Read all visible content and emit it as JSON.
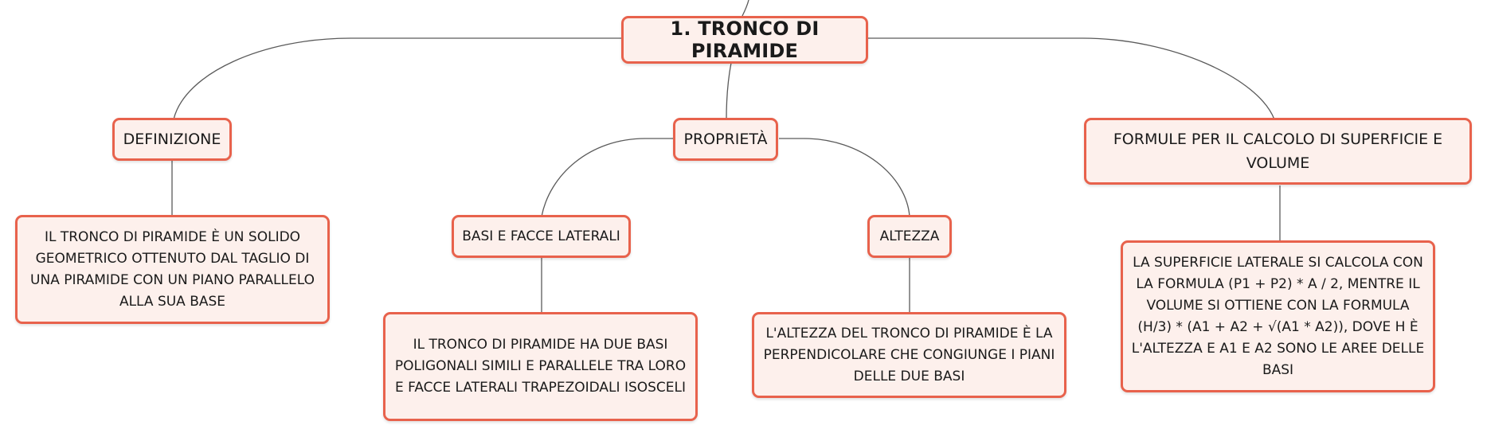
{
  "colors": {
    "node_border": "#e8624c",
    "node_fill": "#fdf0ec",
    "connector": "#5a5a5a",
    "text": "#1a1a1a"
  },
  "root": {
    "label": "1. TRONCO DI PIRAMIDE"
  },
  "branches": {
    "definizione": {
      "label": "DEFINIZIONE",
      "text": "IL TRONCO DI PIRAMIDE È UN SOLIDO GEOMETRICO OTTENUTO DAL TAGLIO DI UNA PIRAMIDE CON UN PIANO PARALLELO ALLA SUA BASE"
    },
    "proprieta": {
      "label": "PROPRIETÀ",
      "basi": {
        "label": "BASI E FACCE LATERALI",
        "text": "IL TRONCO DI PIRAMIDE HA DUE BASI POLIGONALI SIMILI E PARALLELE TRA LORO E FACCE LATERALI TRAPEZOIDALI ISOSCELI"
      },
      "altezza": {
        "label": "ALTEZZA",
        "text": "L'ALTEZZA DEL TRONCO DI PIRAMIDE È LA PERPENDICOLARE CHE CONGIUNGE I PIANI DELLE DUE BASI"
      }
    },
    "formule": {
      "label": "FORMULE PER IL CALCOLO DI SUPERFICIE E VOLUME",
      "text": "LA SUPERFICIE LATERALE SI CALCOLA CON LA FORMULA (P1 + P2) * A / 2, MENTRE IL VOLUME SI OTTIENE CON LA FORMULA (H/3) * (A1 + A2 + √(A1 * A2)), DOVE H È L'ALTEZZA E A1 E A2 SONO LE AREE DELLE BASI"
    }
  }
}
